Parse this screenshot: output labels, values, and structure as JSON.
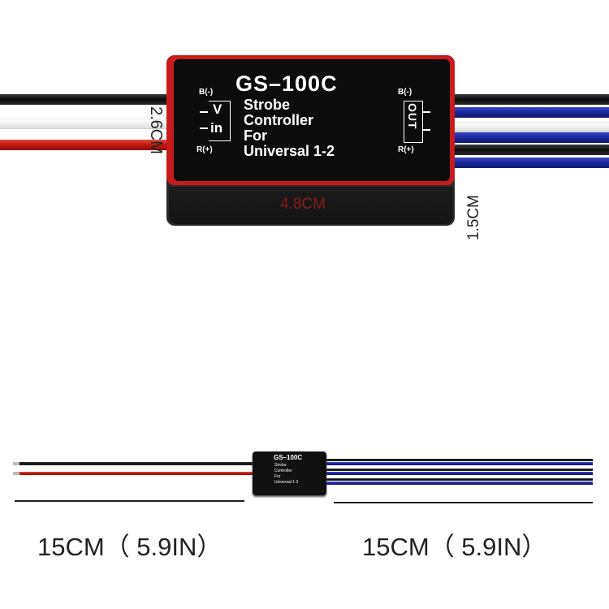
{
  "product": {
    "model": "GS–100C",
    "line1": "Strobe",
    "line2": "Controller",
    "line3": "For",
    "line4": "Universal 1-2",
    "in_neg": "B(-)",
    "in_pos": "R(+)",
    "in_label_1": "V",
    "in_label_2": "in",
    "out_neg": "B(-)",
    "out_pos": "R(+)",
    "out_label": "OUT"
  },
  "dimensions": {
    "height": "2.6CM",
    "length": "4.8CM",
    "depth": "1.5CM",
    "wire_left": "15CM（ 5.9IN）",
    "wire_right": "15CM（ 5.9IN）"
  },
  "colors": {
    "case_red": "#c81c1c",
    "case_black": "#0c0c0c",
    "wire_red": "#c0170f",
    "wire_blue": "#1b2597",
    "wire_black": "#0c0c0c"
  }
}
